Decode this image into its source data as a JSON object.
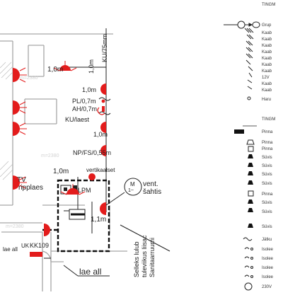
{
  "plan": {
    "labels": {
      "ceiling_1": "1,0m",
      "ku_vertical": "KU/75mm",
      "vertical_1m": "1,0m",
      "side_1m": "1,0m",
      "pt": "PL/0,7m",
      "ah": "AH/0,7m",
      "ku_laest": "KU/laest",
      "right_1m": "1,0m",
      "np": "NP/FS/0,55m",
      "lower_1m": "1,0m",
      "vertikaal": "vertikaalset",
      "tv": "TV",
      "ripplaes": "ripplaes",
      "mvent_m": "M",
      "mvent_sym": "1~",
      "vent": "vent.",
      "sahtis": "šahtis",
      "lpm": "LPM",
      "height_11": "1,1m",
      "sanitary": "Sanitaarruumi",
      "tuleviikus": "tuleviikus liisac",
      "selleks": "Selleks lulub",
      "lae_all_small": "lae all",
      "uk": "UK",
      "kk109": "KK109",
      "lae_all_big": "lae all",
      "faint_1": "m=2380",
      "faint_2": "m=2380",
      "faint_3": "m=2380"
    }
  },
  "legend": {
    "top_heading": "TINGM",
    "top_items": [
      "Grup",
      "Kaab",
      "Kaab",
      "Kaab",
      "Kaab",
      "Kaab",
      "Kaab",
      "Kaab",
      "12V",
      "Kaab",
      "Kaab",
      "Haru"
    ],
    "bottom_heading": "TINGM",
    "bottom_items": [
      "Pinna",
      "Pinna",
      "Pinna",
      "Süvis",
      "Süvis",
      "Süvis",
      "Süvis",
      "Pinna",
      "Süvis",
      "Süvis",
      "Süvis",
      "Jätku",
      "Isolee",
      "Isolee",
      "Isolee",
      "Isolee",
      "230V"
    ]
  },
  "colors": {
    "fixture_red": "#e31c1c",
    "line": "#222222",
    "wall": "#a6a6a6",
    "faint": "#d2d2d2",
    "hatch": "#bdbdbd"
  }
}
